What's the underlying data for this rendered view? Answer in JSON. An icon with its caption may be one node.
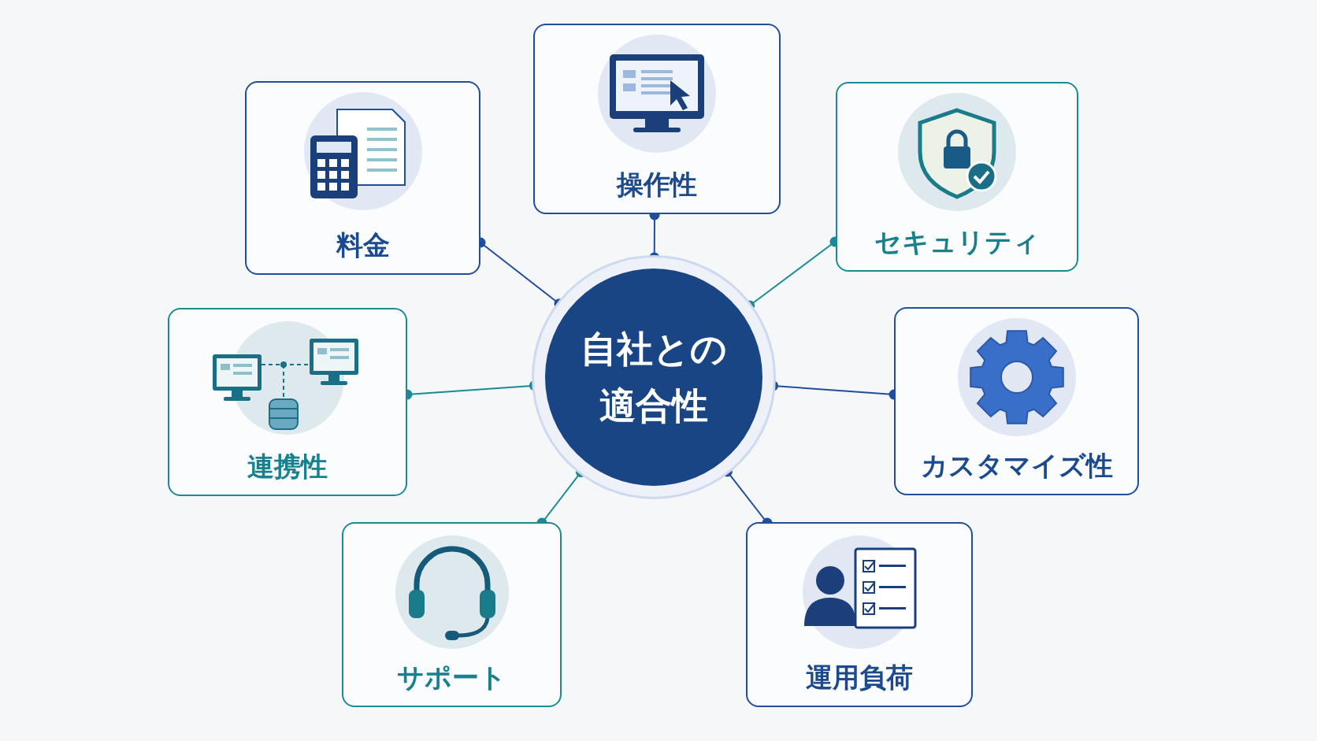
{
  "diagram": {
    "nodes": [
      {
        "text": [
          "自社との適合性"
        ]
      },
      {
        "text": [
          "料金"
        ]
      },
      {
        "text": [
          "操作性"
        ]
      },
      {
        "text": [
          "セキュリティ"
        ]
      },
      {
        "text": [
          "連携性"
        ]
      },
      {
        "text": [
          "カスタマイズ性"
        ]
      },
      {
        "text": [
          "サポート"
        ]
      },
      {
        "text": [
          "運用負荷"
        ]
      }
    ],
    "edges": [
      {
        "from": 0,
        "to": 1,
        "arrow": "other"
      },
      {
        "from": 0,
        "to": 2,
        "arrow": "other"
      },
      {
        "from": 0,
        "to": 3,
        "arrow": "other",
        "color": "#1a8a96"
      },
      {
        "from": 0,
        "to": 4,
        "arrow": "other",
        "color": "#1a8a96"
      },
      {
        "from": 0,
        "to": 5,
        "arrow": "other"
      },
      {
        "from": 0,
        "to": 6,
        "arrow": "other",
        "color": "#1a8a96"
      },
      {
        "from": 0,
        "to": 7,
        "arrow": "other"
      }
    ]
  }
}
